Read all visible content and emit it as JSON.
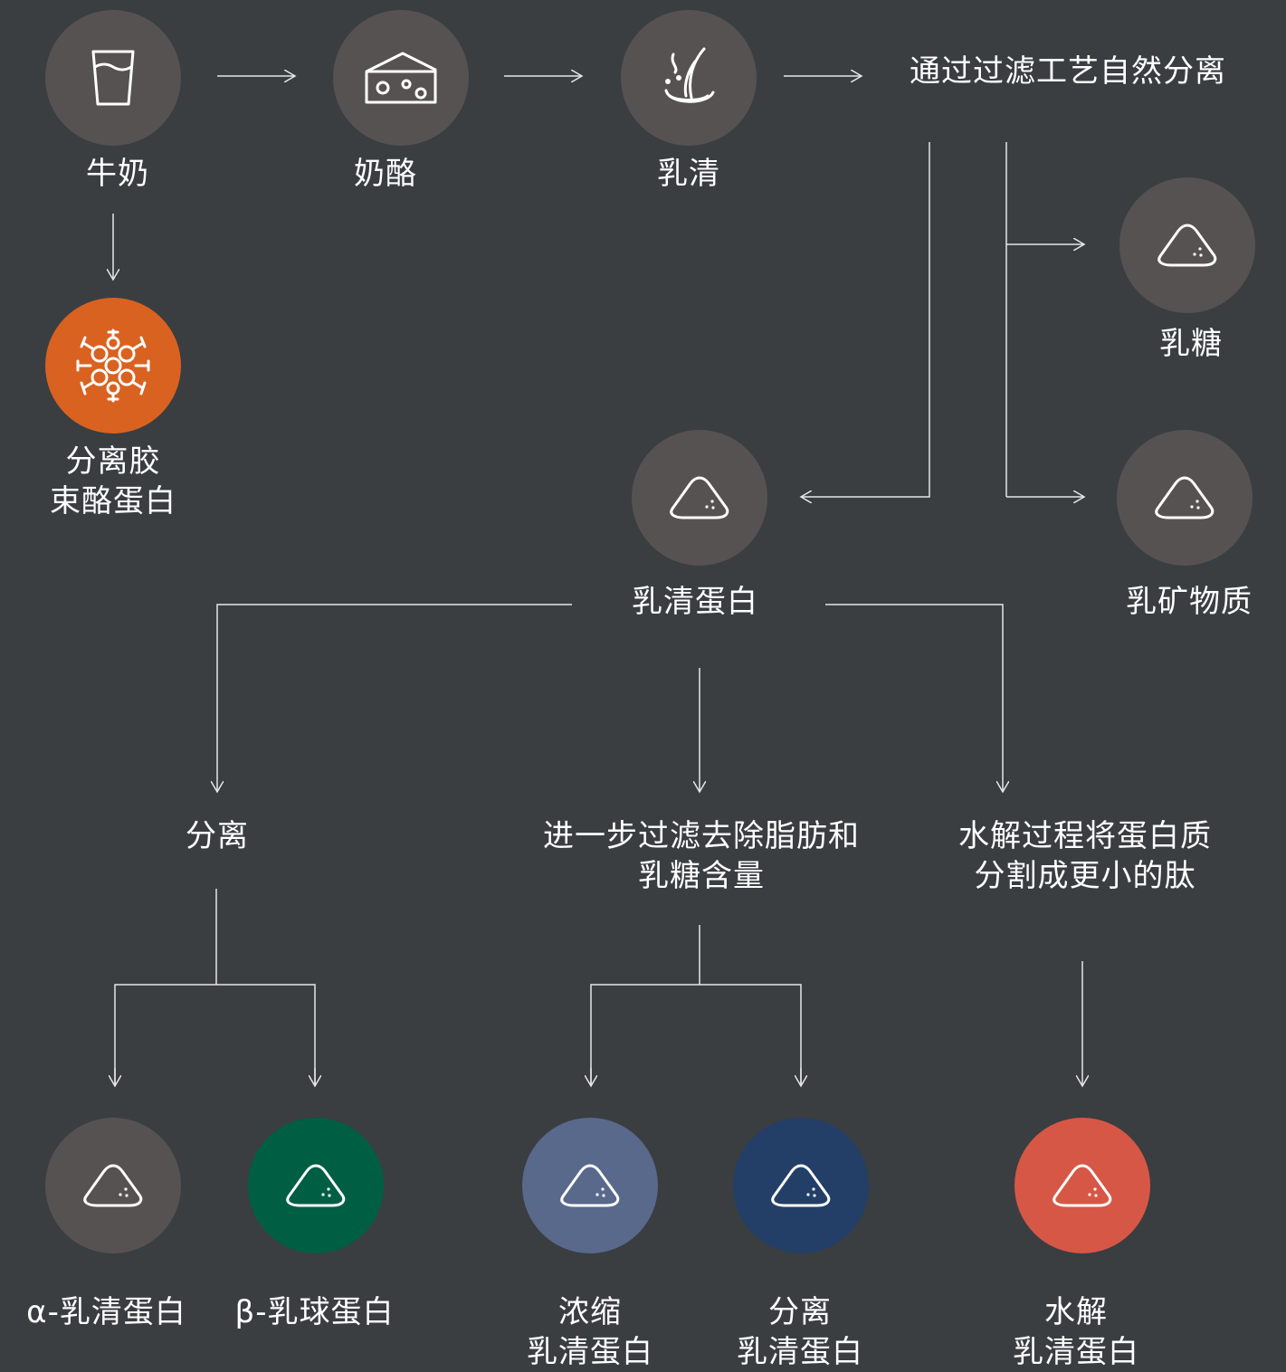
{
  "colors": {
    "background": "#3a3e41",
    "node_gray": "#575252",
    "node_orange": "#d96221",
    "node_green": "#005e43",
    "node_slate": "#59698c",
    "node_navy": "#233f67",
    "node_red": "#d75747",
    "line": "#e6e6e6"
  },
  "nodes": {
    "milk": {
      "label": "牛奶",
      "icon": "glass-of-milk-icon"
    },
    "cheese": {
      "label": "奶酪",
      "icon": "cheese-icon"
    },
    "whey": {
      "label": "乳清",
      "icon": "whey-pour-icon"
    },
    "filtration_note": {
      "label": "通过过滤工艺自然分离"
    },
    "micellar_casein": {
      "label": "分离胶\n束酪蛋白",
      "icon": "molecule-icon"
    },
    "lactose": {
      "label": "乳糖",
      "icon": "powder-pile-icon"
    },
    "whey_protein": {
      "label": "乳清蛋白",
      "icon": "powder-pile-icon"
    },
    "milk_minerals": {
      "label": "乳矿物质",
      "icon": "powder-pile-icon"
    },
    "alpha_lactalbumin": {
      "label": "α-乳清蛋白",
      "icon": "powder-pile-icon"
    },
    "beta_lactoglobulin": {
      "label": "β-乳球蛋白",
      "icon": "powder-pile-icon"
    },
    "whey_concentrate": {
      "label": "浓缩\n乳清蛋白",
      "icon": "powder-pile-icon"
    },
    "whey_isolate": {
      "label": "分离\n乳清蛋白",
      "icon": "powder-pile-icon"
    },
    "hydrolysed_whey": {
      "label": "水解\n乳清蛋白",
      "icon": "powder-pile-icon"
    }
  },
  "steps": {
    "separation": "分离",
    "further_filtration": "进一步过滤去除脂肪和\n乳糖含量",
    "hydrolysis": "水解过程将蛋白质\n分割成更小的肽"
  }
}
